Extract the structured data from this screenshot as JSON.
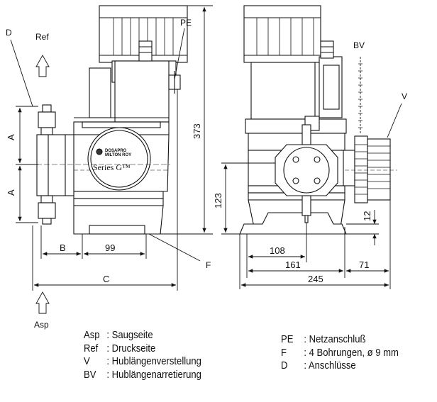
{
  "drawing": {
    "callouts": {
      "D": "D",
      "Ref": "Ref",
      "Asp": "Asp",
      "PE": "PE",
      "BV": "BV",
      "V": "V",
      "F": "F"
    },
    "dimensions": {
      "A_upper": "A",
      "A_lower": "A",
      "B": "B",
      "d99": "99",
      "C": "C",
      "d373": "373",
      "d123": "123",
      "d12": "12",
      "d108": "108",
      "d161": "161",
      "d71": "71",
      "d245": "245"
    },
    "pump_badge": {
      "brand_line1": "DOSAPRO",
      "brand_line2": "MILTON ROY",
      "series": "Series G™"
    }
  },
  "legend": {
    "left": [
      {
        "key": "Asp",
        "text": ": Saugseite"
      },
      {
        "key": "Ref",
        "text": ": Druckseite"
      },
      {
        "key": "V",
        "text": ": Hublängenverstellung"
      },
      {
        "key": "BV",
        "text": ": Hublängenarretierung"
      }
    ],
    "right": [
      {
        "key": "PE",
        "text": ": Netzanschluß"
      },
      {
        "key": "F",
        "text": ": 4 Bohrungen, ø 9 mm"
      },
      {
        "key": "D",
        "text": ": Anschlüsse"
      }
    ]
  }
}
